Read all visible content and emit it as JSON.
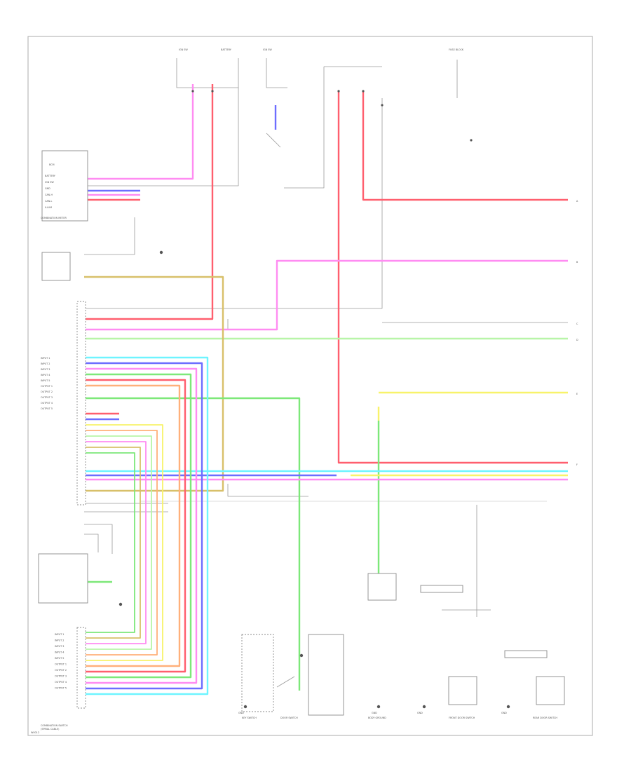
{
  "diagram": {
    "left_block_title": "COMBINATION METER",
    "footer_code": "W0012",
    "combination_switch_label": "COMBINATION SWITCH",
    "combination_switch_sublabel": "(SPIRAL CABLE)",
    "meter_chip_label": "BCM",
    "fuse_labels": [
      "IGN SW",
      "BATTERY",
      "IGN SW",
      "FUSE BLOCK"
    ],
    "pin_labels_top": [
      "BATTERY",
      "IGN SW",
      "GND",
      "CAN-H",
      "CAN-L",
      "ILLUM"
    ],
    "pin_labels_middle": [
      "INPUT 1",
      "INPUT 2",
      "INPUT 3",
      "INPUT 4",
      "INPUT 5",
      "OUTPUT 1",
      "OUTPUT 2",
      "OUTPUT 3",
      "OUTPUT 4",
      "OUTPUT 5"
    ],
    "pin_labels_bottom": [
      "INPUT 1",
      "INPUT 2",
      "INPUT 3",
      "INPUT 4",
      "INPUT 5",
      "OUTPUT 1",
      "OUTPUT 2",
      "OUTPUT 3",
      "OUTPUT 4",
      "OUTPUT 5"
    ],
    "bottom_component_labels": [
      "KEY SWITCH",
      "DOOR SWITCH",
      "BODY GROUND",
      "FRONT DOOR SWITCH",
      "REAR DOOR SWITCH"
    ],
    "ground_labels": [
      "GND",
      "GND",
      "GND",
      "GND"
    ],
    "right_edge_labels": [
      "A",
      "B",
      "C",
      "D",
      "E",
      "F"
    ]
  },
  "colors": {
    "pink": "#ff8cf2",
    "red": "#ff5f6e",
    "blue": "#6d6dff",
    "green": "#7de879",
    "yellow": "#f8f36a",
    "cyan": "#6ef4ff",
    "orange": "#ffb07a",
    "tan": "#d8c06a",
    "lightgreen": "#b8f5a8",
    "gray": "#8a8a8a"
  }
}
